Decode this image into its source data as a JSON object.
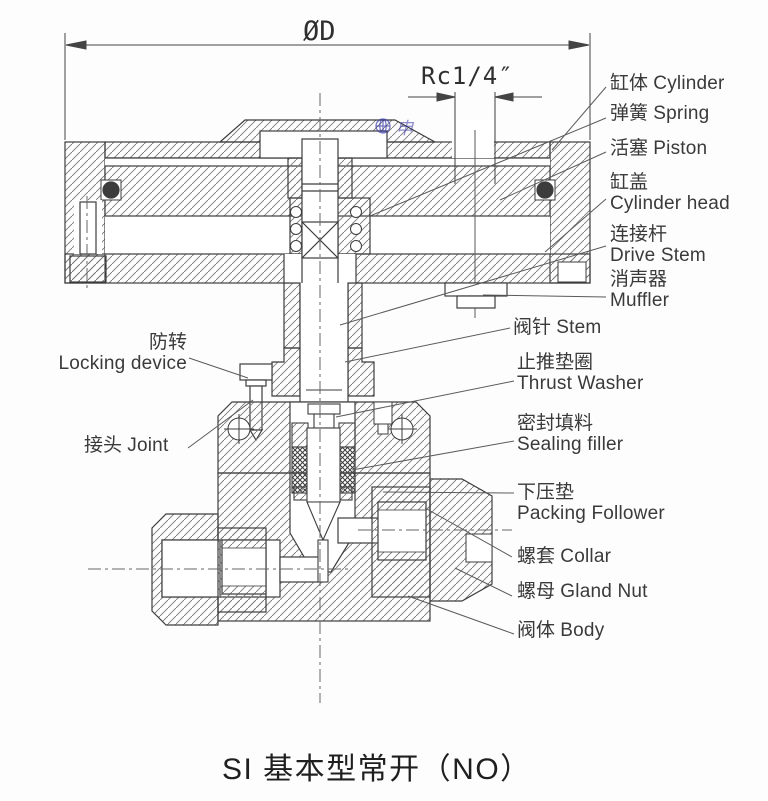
{
  "caption": "SI 基本型常开（NO）",
  "dimensions": {
    "outer_diameter": "ØD",
    "air_port": "Rc1/4″"
  },
  "watermark": {
    "text": "申"
  },
  "parts": {
    "cylinder": {
      "zh": "缸体",
      "en": "Cylinder"
    },
    "spring": {
      "zh": "弹簧",
      "en": "Spring"
    },
    "piston": {
      "zh": "活塞",
      "en": "Piston"
    },
    "cylinder_head": {
      "zh": "缸盖",
      "en": "Cylinder head"
    },
    "drive_stem": {
      "zh": "连接杆",
      "en": "Drive Stem"
    },
    "muffler": {
      "zh": "消声器",
      "en": "Muffler"
    },
    "stem": {
      "zh": "阀针",
      "en": "Stem"
    },
    "thrust_washer": {
      "zh": "止推垫圈",
      "en": "Thrust Washer"
    },
    "sealing_filler": {
      "zh": "密封填料",
      "en": "Sealing filler"
    },
    "packing_follower": {
      "zh": "下压垫",
      "en": "Packing Follower"
    },
    "collar": {
      "zh": "螺套",
      "en": "Collar"
    },
    "gland_nut": {
      "zh": "螺母",
      "en": "Gland Nut"
    },
    "body": {
      "zh": "阀体",
      "en": "Body"
    },
    "locking_device": {
      "zh": "防转",
      "en": "Locking device"
    },
    "joint": {
      "zh": "接头",
      "en": "Joint"
    }
  },
  "colors": {
    "line": "#3d3d3d",
    "hatch": "#7a7a7a",
    "watermark": "#3030a8"
  }
}
